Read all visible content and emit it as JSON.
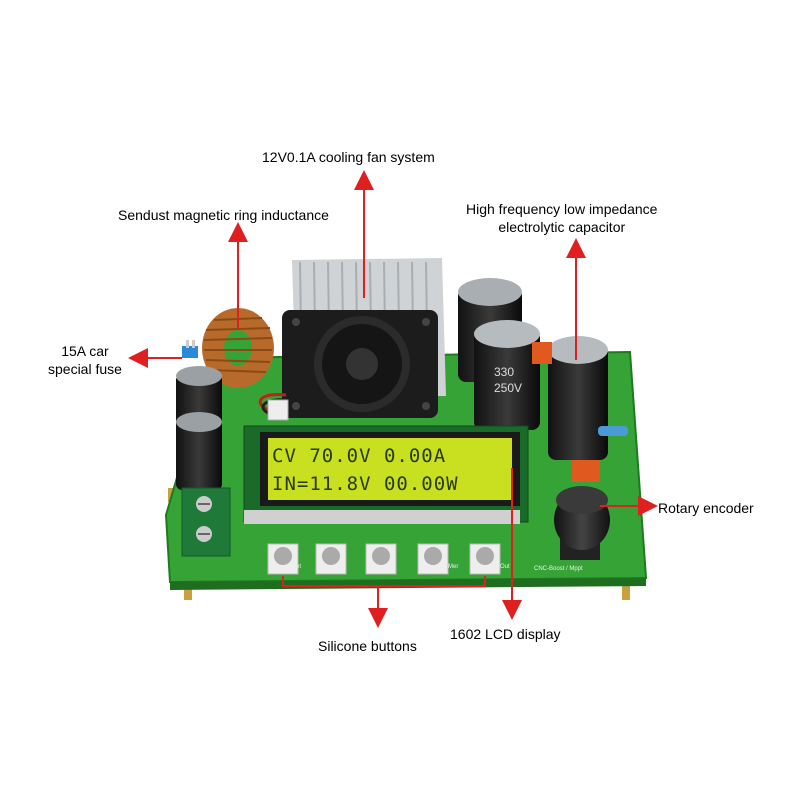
{
  "callouts": {
    "fan": "12V0.1A cooling fan system",
    "inductor": "Sendust magnetic ring inductance",
    "capacitor_line1": "High frequency low impedance",
    "capacitor_line2": "electrolytic capacitor",
    "fuse_line1": "15A car",
    "fuse_line2": "special fuse",
    "encoder": "Rotary encoder",
    "buttons": "Silicone buttons",
    "lcd": "1602 LCD display"
  },
  "lcd": {
    "line1": "CV  70.0V  0.00A",
    "line2": " IN=11.8V 00.00W"
  },
  "board_marks": {
    "set": "Set",
    "mer": "Mer",
    "out": "Out",
    "model": "CNC-Boost / Mppt",
    "cap_value": "330",
    "cap_voltage": "250V"
  },
  "colors": {
    "pcb": "#3aa83a",
    "arrow": "#e02020",
    "lcd_backlight": "#c8e020"
  }
}
